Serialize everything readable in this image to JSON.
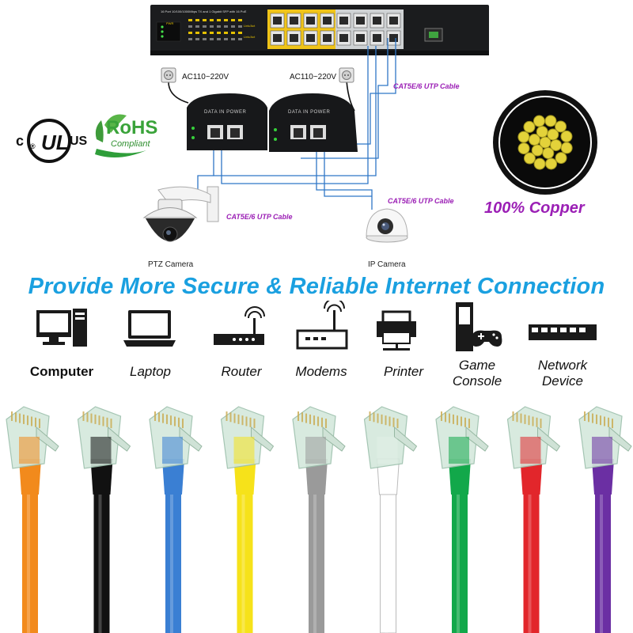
{
  "switch": {
    "title": "16 Port 10/100/1000Mbps TX and 1 Gigabit SFP with 16 PoE",
    "led_labels": [
      "PWR",
      "Link/Act",
      "Link/Act"
    ]
  },
  "injectors": {
    "left_label": "DATA IN  POWER",
    "right_label": "DATA IN  POWER",
    "left_power": "AC110~220V",
    "right_power": "AC110~220V"
  },
  "cables": {
    "top_right": "CAT5E/6 UTP Cable",
    "ptz": "CAT5E/6 UTP Cable",
    "ip": "CAT5E/6 UTP Cable"
  },
  "cameras": {
    "ptz": "PTZ Camera",
    "ip": "IP Camera"
  },
  "certs": {
    "ul_c": "c",
    "ul_us": "US",
    "rohs": "RoHS",
    "rohs_sub": "Compliant"
  },
  "copper_label": "100% Copper",
  "headline": "Provide More Secure & Reliable Internet Connection",
  "devices": [
    {
      "name": "computer",
      "label": "Computer"
    },
    {
      "name": "laptop",
      "label": "Laptop"
    },
    {
      "name": "router",
      "label": "Router"
    },
    {
      "name": "modems",
      "label": "Modems"
    },
    {
      "name": "printer",
      "label": "Printer"
    },
    {
      "name": "game-console",
      "label": "Game Console"
    },
    {
      "name": "network-device",
      "label": "Network Device"
    }
  ],
  "plug_colors": [
    "#f28a1c",
    "#111111",
    "#3a7fd3",
    "#f6e21a",
    "#9a9a9a",
    "#ffffff",
    "#12a84a",
    "#e2262b",
    "#6b2fa3"
  ],
  "colors": {
    "accent_blue": "#1aa0e0",
    "accent_purple": "#9b1fb5",
    "copper_yellow": "#e3d23a"
  }
}
